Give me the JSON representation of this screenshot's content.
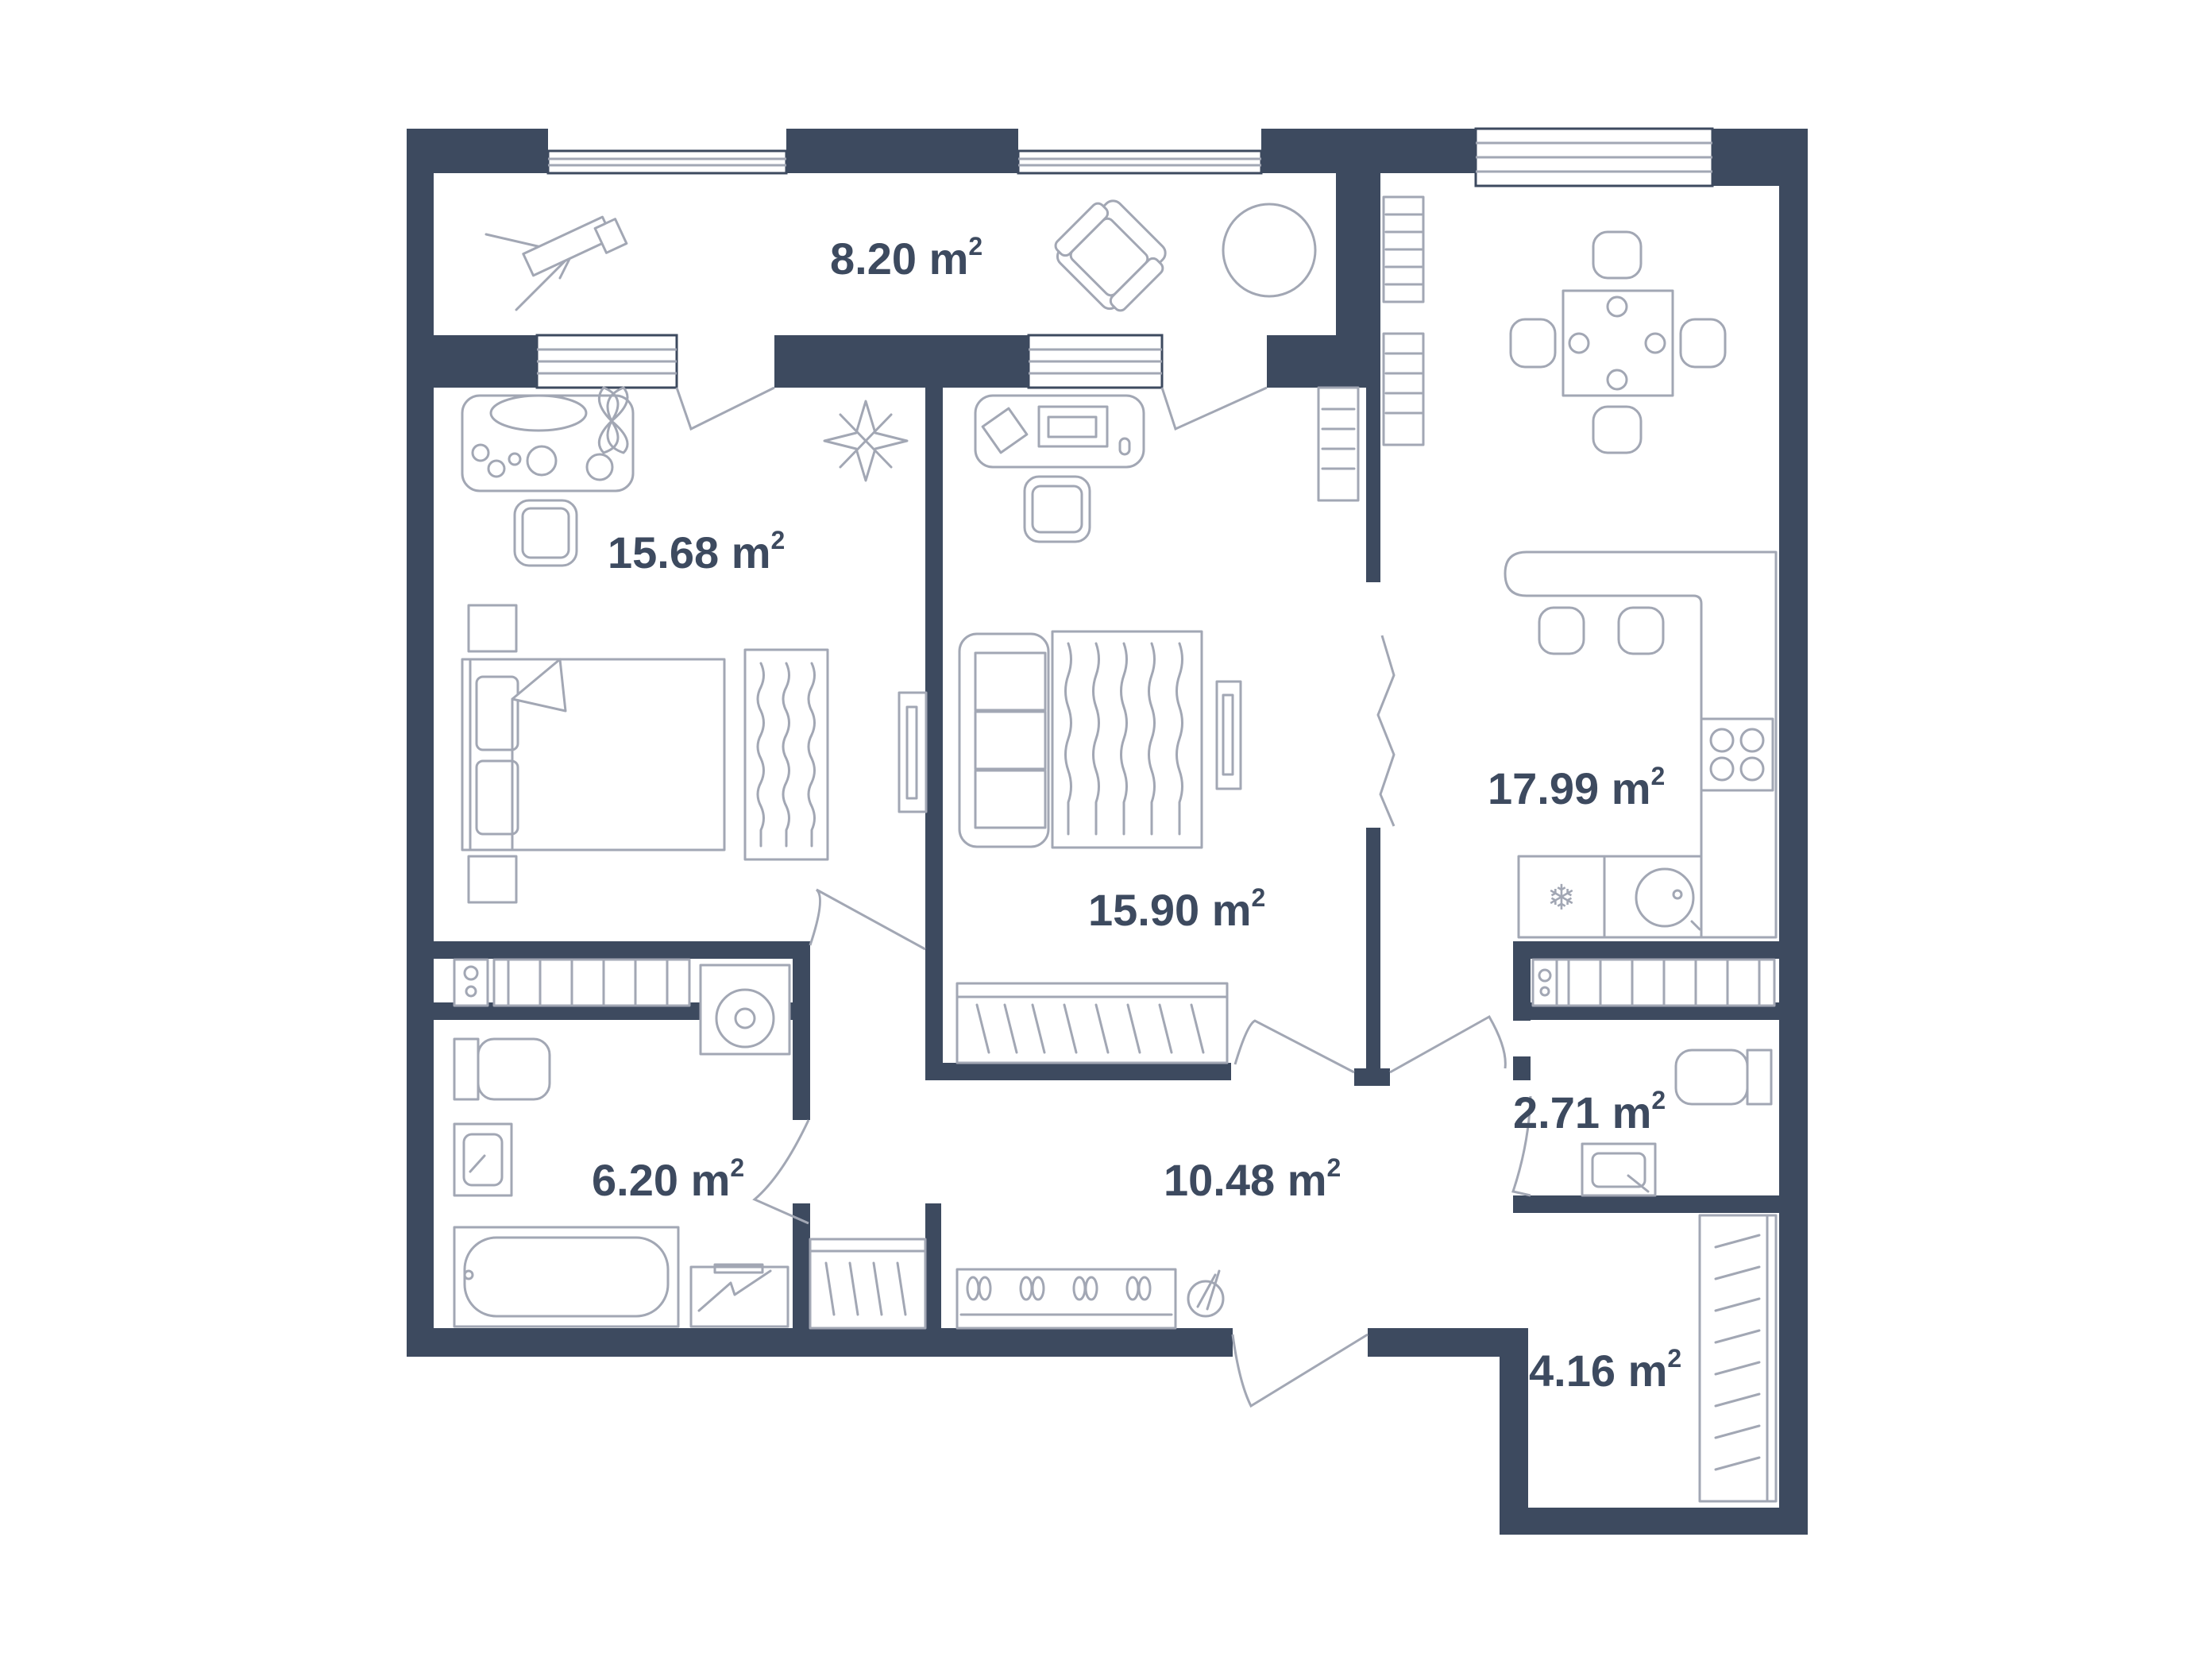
{
  "colors": {
    "wall": "#3d4a5f",
    "furniture": "#a2a7b4",
    "background": "#ffffff"
  },
  "unit": "m",
  "unit_exponent": "2",
  "rooms": [
    {
      "id": "balcony",
      "area": "8.20"
    },
    {
      "id": "bedroom",
      "area": "15.68"
    },
    {
      "id": "living-room",
      "area": "15.90"
    },
    {
      "id": "kitchen-dining",
      "area": "17.99"
    },
    {
      "id": "bathroom",
      "area": "6.20"
    },
    {
      "id": "hallway",
      "area": "10.48"
    },
    {
      "id": "wc",
      "area": "2.71"
    },
    {
      "id": "storage",
      "area": "4.16"
    }
  ],
  "icons": [
    "telescope-icon",
    "armchair-icon",
    "round-table-icon",
    "dining-table-icon",
    "desk-icon",
    "chair-icon",
    "double-bed-icon",
    "rug-icon",
    "sofa-icon",
    "tv-icon",
    "wardrobe-icon",
    "kitchen-counter-icon",
    "stove-icon",
    "fridge-icon",
    "washing-machine-icon",
    "toilet-icon",
    "sink-icon",
    "bathtub-icon",
    "radiator-icon",
    "shoe-rack-icon",
    "umbrella-stand-icon",
    "compass-rose-icon",
    "plant-icon",
    "boiler-icon",
    "shelf-icon"
  ]
}
